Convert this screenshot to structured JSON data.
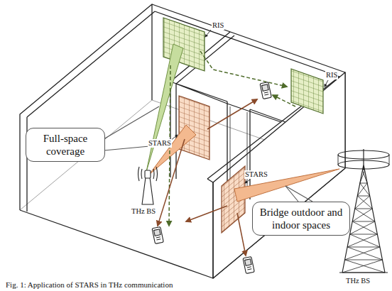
{
  "diagram": {
    "caption": "Fig. 1: Application of STARS in THz communication",
    "nodes": [
      {
        "text": [
          "Full-space coverage"
        ]
      },
      {
        "text": [
          "Bridge outdoor and indoor spaces"
        ]
      }
    ],
    "labels": [
      "RIS",
      "RIS",
      "STARS",
      "THz BS",
      "STARS",
      "THz BS"
    ]
  }
}
